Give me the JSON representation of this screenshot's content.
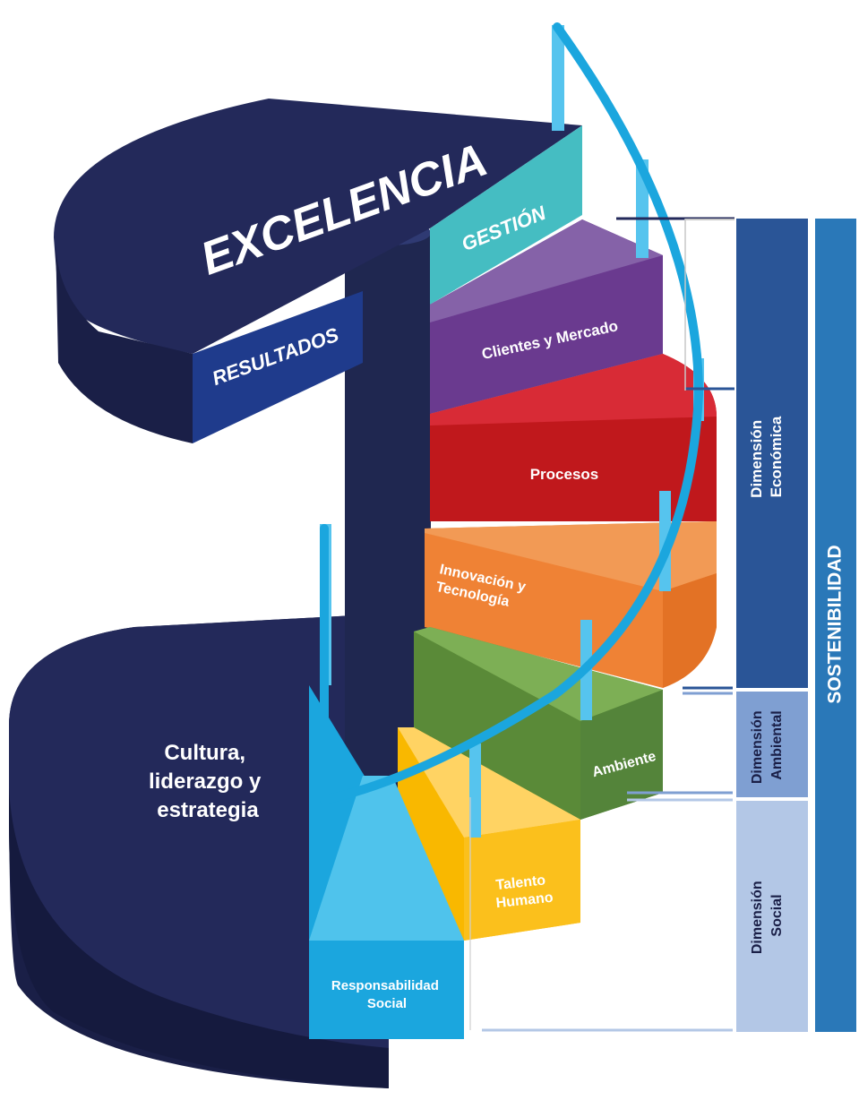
{
  "diagram": {
    "top_title": "EXCELENCIA",
    "top_left_label": "RESULTADOS",
    "top_right_label": "GESTIÓN",
    "base_label_lines": [
      "Cultura,",
      "liderazgo y",
      "estrategia"
    ],
    "steps": [
      {
        "id": "clientes",
        "lines": [
          "Clientes y Mercado"
        ],
        "color": "#6a3a8f"
      },
      {
        "id": "procesos",
        "lines": [
          "Procesos"
        ],
        "color": "#c0181c"
      },
      {
        "id": "innovacion",
        "lines": [
          "Innovación y",
          "Tecnología"
        ],
        "color": "#ef8235"
      },
      {
        "id": "ambiente",
        "lines": [
          "Ambiente"
        ],
        "color": "#5a8a38"
      },
      {
        "id": "talento",
        "lines": [
          "Talento",
          "Humano"
        ],
        "color": "#f9b800"
      },
      {
        "id": "responsabilidad",
        "lines": [
          "Responsabilidad",
          "Social"
        ],
        "color": "#1ba6de"
      }
    ],
    "dimensions": [
      {
        "id": "economica",
        "lines": [
          "Dimensión",
          "Económica"
        ],
        "color": "#2a5597"
      },
      {
        "id": "ambiental",
        "lines": [
          "Dimensión",
          "Ambiental"
        ],
        "color": "#7f9fd2"
      },
      {
        "id": "social",
        "lines": [
          "Dimensión",
          "Social"
        ],
        "color": "#b3c7e6"
      }
    ],
    "sustainability": {
      "label": "SOSTENIBILIDAD",
      "color": "#2a78b8"
    },
    "colors": {
      "navy": "#23295a",
      "navy_dark": "#1a1f47",
      "resultados": "#1f3b8c",
      "gestion": "#45bdc2",
      "rail": "#1ba6de",
      "post": "#56c4ee"
    }
  }
}
